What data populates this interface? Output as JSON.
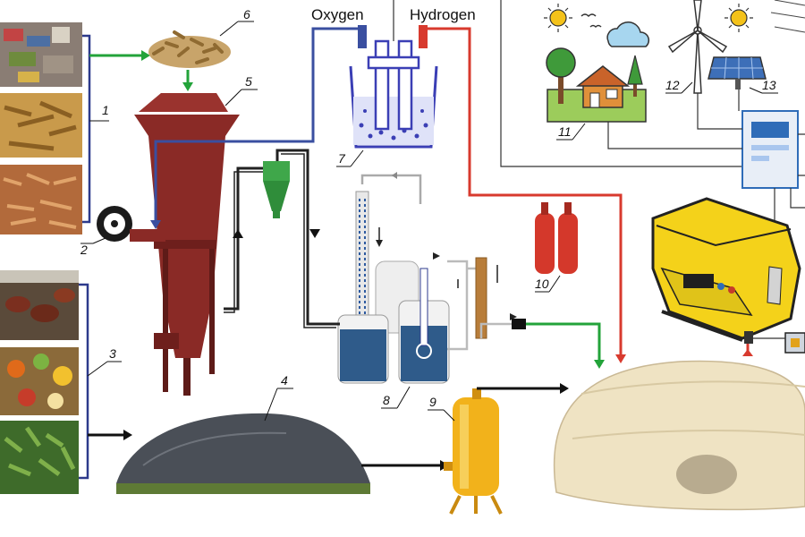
{
  "labels": {
    "oxygen": "Oxygen",
    "hydrogen": "Hydrogen",
    "callouts": [
      "1",
      "2",
      "3",
      "4",
      "5",
      "6",
      "7",
      "8",
      "9",
      "10",
      "11",
      "12",
      "13"
    ]
  },
  "colors": {
    "oxygen_line": "#3a4fa0",
    "hydrogen_line": "#d83a2e",
    "biogas_line": "#23a33a",
    "reactor": "#8a2a26",
    "digester_bag": "#efe3c3",
    "storage_tank": "#f2b21b",
    "cylinders": "#d4382b",
    "generator": "#f4d21a",
    "electrolyzer": "#3b3fb5"
  },
  "icons": [
    "sun-icon",
    "cloud-icon",
    "birds-icon",
    "house-icon",
    "tree-icon",
    "wind-turbine-icon",
    "solar-panel-icon",
    "inverter-icon",
    "generator-icon",
    "blower-icon",
    "cyclone-icon"
  ]
}
